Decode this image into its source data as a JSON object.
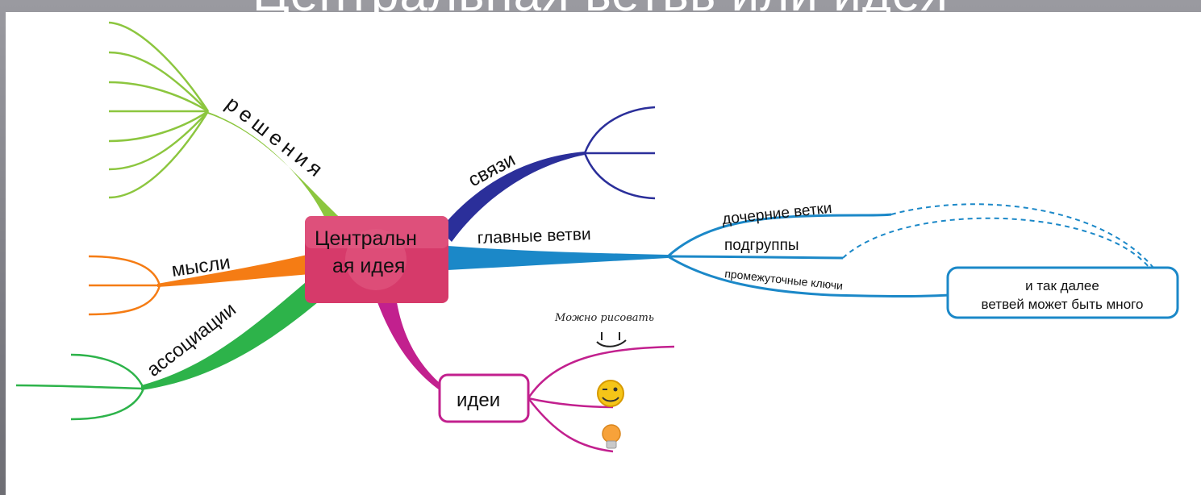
{
  "slide": {
    "title": "Центральная ветвь или идея"
  },
  "mindmap": {
    "center": {
      "line1": "Центральн",
      "line2": "ая идея",
      "color": "#d63a6a"
    },
    "branches": {
      "resheniya": {
        "label": "решения",
        "color": "#8cc63f"
      },
      "svyazi": {
        "label": "связи",
        "color": "#2b2f9a"
      },
      "mysli": {
        "label": "мысли",
        "color": "#f57c14"
      },
      "assotsiatsii": {
        "label": "ассоциации",
        "color": "#2db34a"
      },
      "glavnye": {
        "label": "главные ветви",
        "color": "#1b88c8"
      },
      "idei": {
        "label": "идеи",
        "color": "#c2208e"
      }
    },
    "sub_branches": {
      "docherny": "дочерние ветки",
      "podgruppy": "подгруппы",
      "promezhutochnye": "промежуточные ключи"
    },
    "note_box": {
      "line1": "и так далее",
      "line2": "ветвей может быть много"
    },
    "handwriting": "Можно рисовать",
    "icons": [
      "smiley-face-icon",
      "winking-smiley-icon",
      "light-bulb-icon"
    ]
  }
}
